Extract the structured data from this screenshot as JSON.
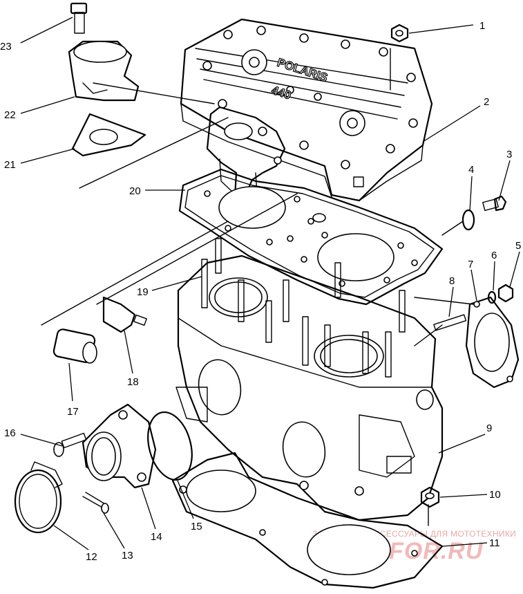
{
  "diagram": {
    "callouts": [
      {
        "id": 1,
        "label": "1"
      },
      {
        "id": 2,
        "label": "2"
      },
      {
        "id": 3,
        "label": "3"
      },
      {
        "id": 4,
        "label": "4"
      },
      {
        "id": 5,
        "label": "5"
      },
      {
        "id": 6,
        "label": "6"
      },
      {
        "id": 7,
        "label": "7"
      },
      {
        "id": 8,
        "label": "8"
      },
      {
        "id": 9,
        "label": "9"
      },
      {
        "id": 10,
        "label": "10"
      },
      {
        "id": 11,
        "label": "11"
      },
      {
        "id": 12,
        "label": "12"
      },
      {
        "id": 13,
        "label": "13"
      },
      {
        "id": 14,
        "label": "14"
      },
      {
        "id": 15,
        "label": "15"
      },
      {
        "id": 16,
        "label": "16"
      },
      {
        "id": 17,
        "label": "17"
      },
      {
        "id": 18,
        "label": "18"
      },
      {
        "id": 19,
        "label": "19"
      },
      {
        "id": 20,
        "label": "20"
      },
      {
        "id": 21,
        "label": "21"
      },
      {
        "id": 22,
        "label": "22"
      },
      {
        "id": 23,
        "label": "23"
      }
    ],
    "head_cover_text": {
      "brand": "POLARIS",
      "model": "440"
    }
  },
  "watermark": {
    "tagline": "ЗАПЧАСТИ И АКСЕССУАРЫ ДЛЯ МОТОТЕХНИКИ",
    "logo": "PARTSFOR.RU",
    "color": "#f2b9b9"
  }
}
